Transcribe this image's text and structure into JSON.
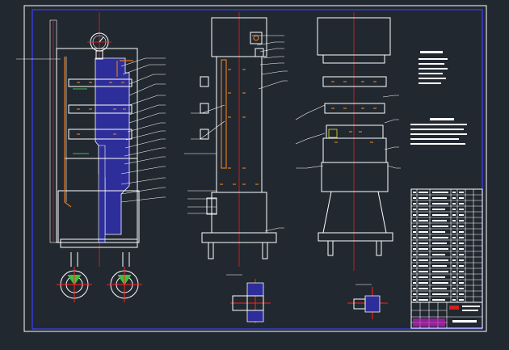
{
  "drawing": {
    "background": "#212830",
    "border_color": "#3f3fff",
    "line_color": "#ffffff",
    "center_line_color": "#ff2020",
    "section_fill": "#2e2e9a",
    "hidden_line_color": "#3fbf3f",
    "accent_color": "#e07a20",
    "stamp_color": "#c020c0"
  },
  "views": {
    "front": "front-elevation",
    "side": "side-elevation",
    "rear": "rear-elevation",
    "detail_a": "detail-a",
    "detail_b": "detail-b"
  }
}
